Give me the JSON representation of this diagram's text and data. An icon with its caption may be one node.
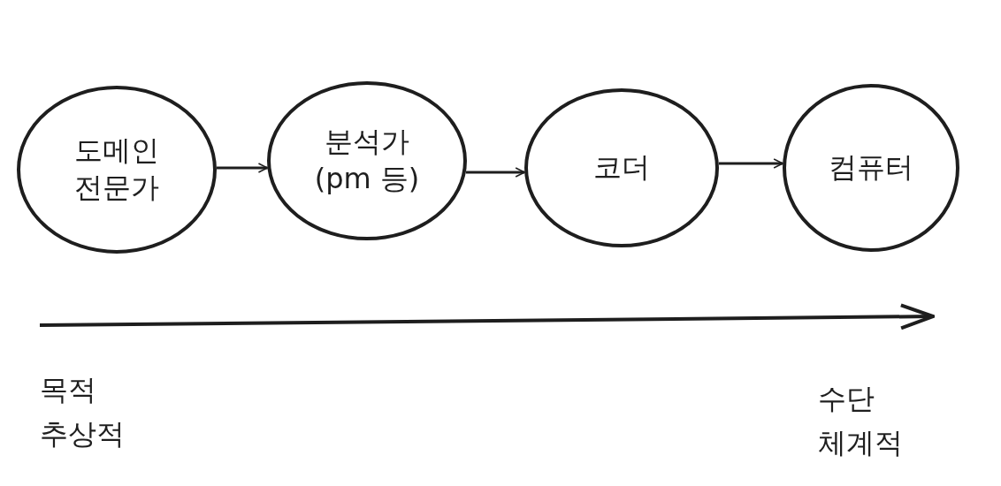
{
  "diagram": {
    "nodes": [
      {
        "text": [
          "도메인 전문가"
        ]
      },
      {
        "text": [
          "분석가 (pm 등)"
        ]
      },
      {
        "text": [
          "코더"
        ]
      },
      {
        "text": [
          "컴퓨터"
        ]
      }
    ],
    "edges": [
      {
        "from": 0,
        "to": 1,
        "arrow": "to"
      },
      {
        "from": 1,
        "to": 2,
        "arrow": "to"
      },
      {
        "from": 2,
        "to": 3,
        "arrow": "to"
      }
    ],
    "labels": [
      "목적",
      "추상적",
      "수단",
      "체계적"
    ]
  }
}
